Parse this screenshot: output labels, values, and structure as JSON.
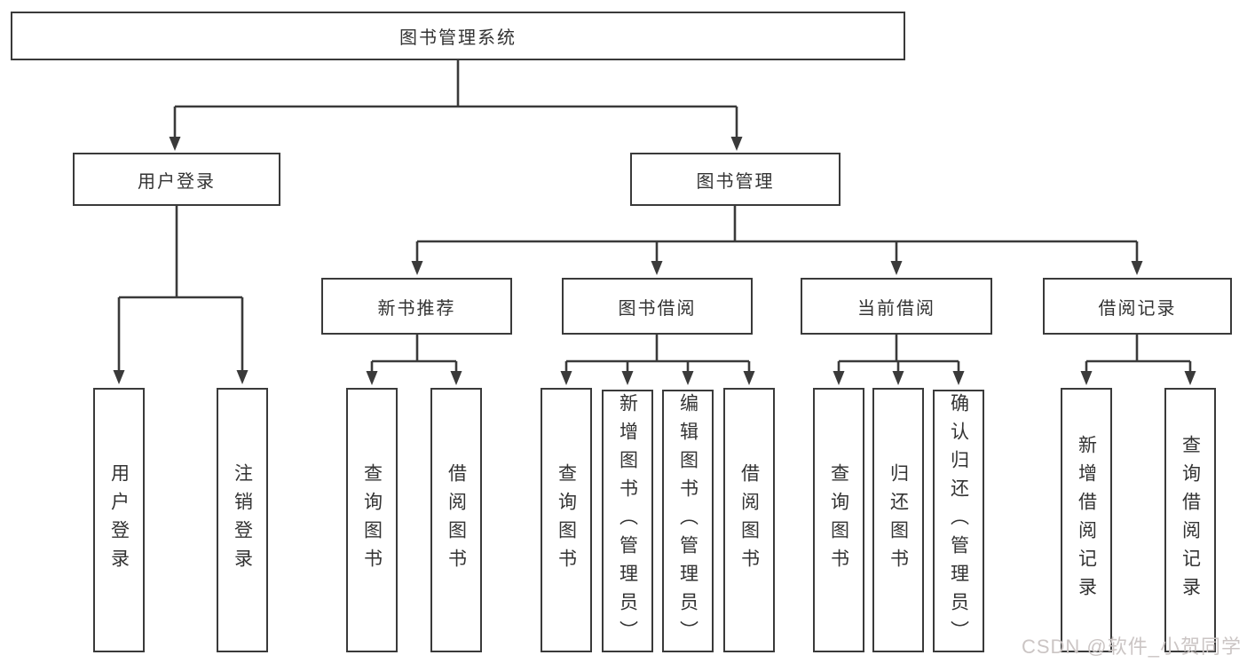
{
  "title": "图书管理系统",
  "nodes": {
    "level2": [
      {
        "id": "user-login",
        "label": "用户登录"
      },
      {
        "id": "book-management",
        "label": "图书管理"
      }
    ],
    "level3": [
      {
        "id": "new-book-recommendation",
        "label": "新书推荐",
        "parent": "图书管理"
      },
      {
        "id": "book-borrowing",
        "label": "图书借阅",
        "parent": "图书管理"
      },
      {
        "id": "current-borrowing",
        "label": "当前借阅",
        "parent": "图书管理"
      },
      {
        "id": "borrowing-records",
        "label": "借阅记录",
        "parent": "图书管理"
      }
    ],
    "leaves": [
      {
        "label": "用户登录",
        "parent": "用户登录"
      },
      {
        "label": "注销登录",
        "parent": "用户登录"
      },
      {
        "label": "查询图书",
        "parent": "新书推荐"
      },
      {
        "label": "借阅图书",
        "parent": "新书推荐"
      },
      {
        "label": "查询图书",
        "parent": "图书借阅"
      },
      {
        "label": "新增图书（管理员）",
        "parent": "图书借阅"
      },
      {
        "label": "编辑图书（管理员）",
        "parent": "图书借阅"
      },
      {
        "label": "借阅图书",
        "parent": "图书借阅"
      },
      {
        "label": "查询图书",
        "parent": "当前借阅"
      },
      {
        "label": "归还图书",
        "parent": "当前借阅"
      },
      {
        "label": "确认归还（管理员）",
        "parent": "当前借阅"
      },
      {
        "label": "新增借阅记录",
        "parent": "借阅记录"
      },
      {
        "label": "查询借阅记录",
        "parent": "借阅记录"
      }
    ]
  },
  "watermark": "CSDN @软件_小贺同学",
  "colors": {
    "line": "#3a3a3a",
    "text": "#333333",
    "watermark": "#cbc5c4",
    "background": "#ffffff"
  }
}
